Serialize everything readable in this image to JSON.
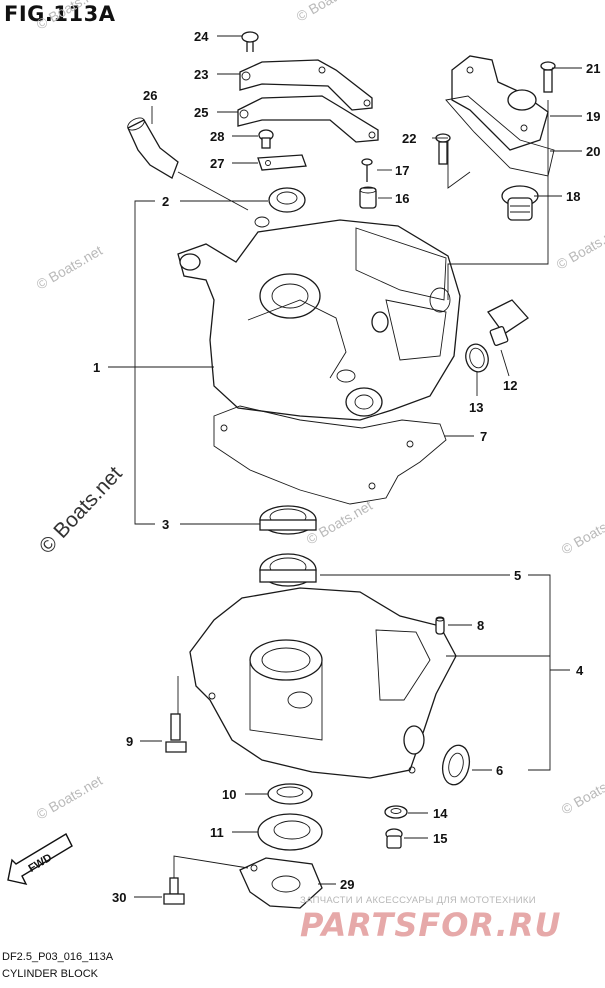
{
  "figure": {
    "title": "FIG.113A",
    "code": "DF2.5_P03_016_113A",
    "name": "CYLINDER BLOCK"
  },
  "watermark": {
    "text": "© Boats.net"
  },
  "shop": {
    "tagline": "ЗАПЧАСТИ И АКСЕССУАРЫ ДЛЯ МОТОТЕХНИКИ",
    "logo": "PARTSFOR.RU"
  },
  "fwd_label": "FWD",
  "callouts": [
    {
      "id": "1",
      "label": "1"
    },
    {
      "id": "2",
      "label": "2"
    },
    {
      "id": "3",
      "label": "3"
    },
    {
      "id": "4",
      "label": "4"
    },
    {
      "id": "5",
      "label": "5"
    },
    {
      "id": "6",
      "label": "6"
    },
    {
      "id": "7",
      "label": "7"
    },
    {
      "id": "8",
      "label": "8"
    },
    {
      "id": "9",
      "label": "9"
    },
    {
      "id": "10",
      "label": "10"
    },
    {
      "id": "11",
      "label": "11"
    },
    {
      "id": "12",
      "label": "12"
    },
    {
      "id": "13",
      "label": "13"
    },
    {
      "id": "14",
      "label": "14"
    },
    {
      "id": "15",
      "label": "15"
    },
    {
      "id": "16",
      "label": "16"
    },
    {
      "id": "17",
      "label": "17"
    },
    {
      "id": "18",
      "label": "18"
    },
    {
      "id": "19",
      "label": "19"
    },
    {
      "id": "20",
      "label": "20"
    },
    {
      "id": "21",
      "label": "21"
    },
    {
      "id": "22",
      "label": "22"
    },
    {
      "id": "23",
      "label": "23"
    },
    {
      "id": "24",
      "label": "24"
    },
    {
      "id": "25",
      "label": "25"
    },
    {
      "id": "26",
      "label": "26"
    },
    {
      "id": "27",
      "label": "27"
    },
    {
      "id": "28",
      "label": "28"
    },
    {
      "id": "29",
      "label": "29"
    },
    {
      "id": "30",
      "label": "30"
    }
  ]
}
